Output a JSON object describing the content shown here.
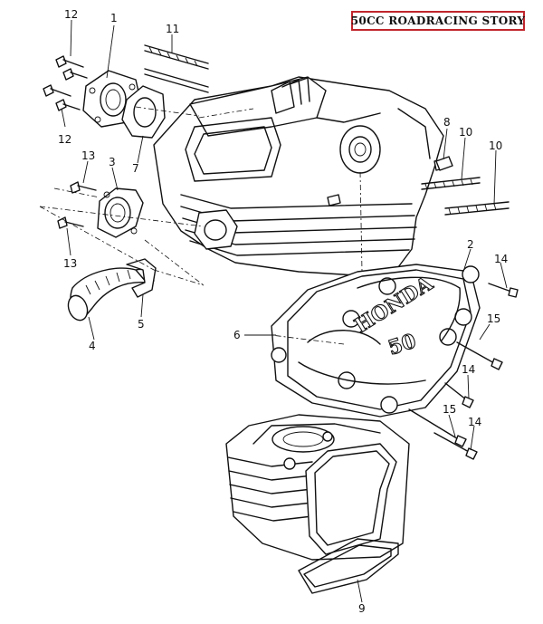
{
  "header": {
    "title": "50CC ROADRACING STORY"
  },
  "cover": {
    "brand": "HONDA",
    "model": "50"
  },
  "callouts": [
    {
      "id": "1",
      "label": "1"
    },
    {
      "id": "2",
      "label": "2"
    },
    {
      "id": "3",
      "label": "3"
    },
    {
      "id": "4",
      "label": "4"
    },
    {
      "id": "5",
      "label": "5"
    },
    {
      "id": "6",
      "label": "6"
    },
    {
      "id": "7",
      "label": "7"
    },
    {
      "id": "8",
      "label": "8"
    },
    {
      "id": "9",
      "label": "9"
    },
    {
      "id": "10a",
      "label": "10"
    },
    {
      "id": "10b",
      "label": "10"
    },
    {
      "id": "11",
      "label": "11"
    },
    {
      "id": "12a",
      "label": "12"
    },
    {
      "id": "12b",
      "label": "12"
    },
    {
      "id": "13a",
      "label": "13"
    },
    {
      "id": "13b",
      "label": "13"
    },
    {
      "id": "14a",
      "label": "14"
    },
    {
      "id": "14b",
      "label": "14"
    },
    {
      "id": "14c",
      "label": "14"
    },
    {
      "id": "15a",
      "label": "15"
    },
    {
      "id": "15b",
      "label": "15"
    }
  ],
  "colors": {
    "ink": "#111111",
    "accent": "#c0262c",
    "paper": "#ffffff"
  }
}
